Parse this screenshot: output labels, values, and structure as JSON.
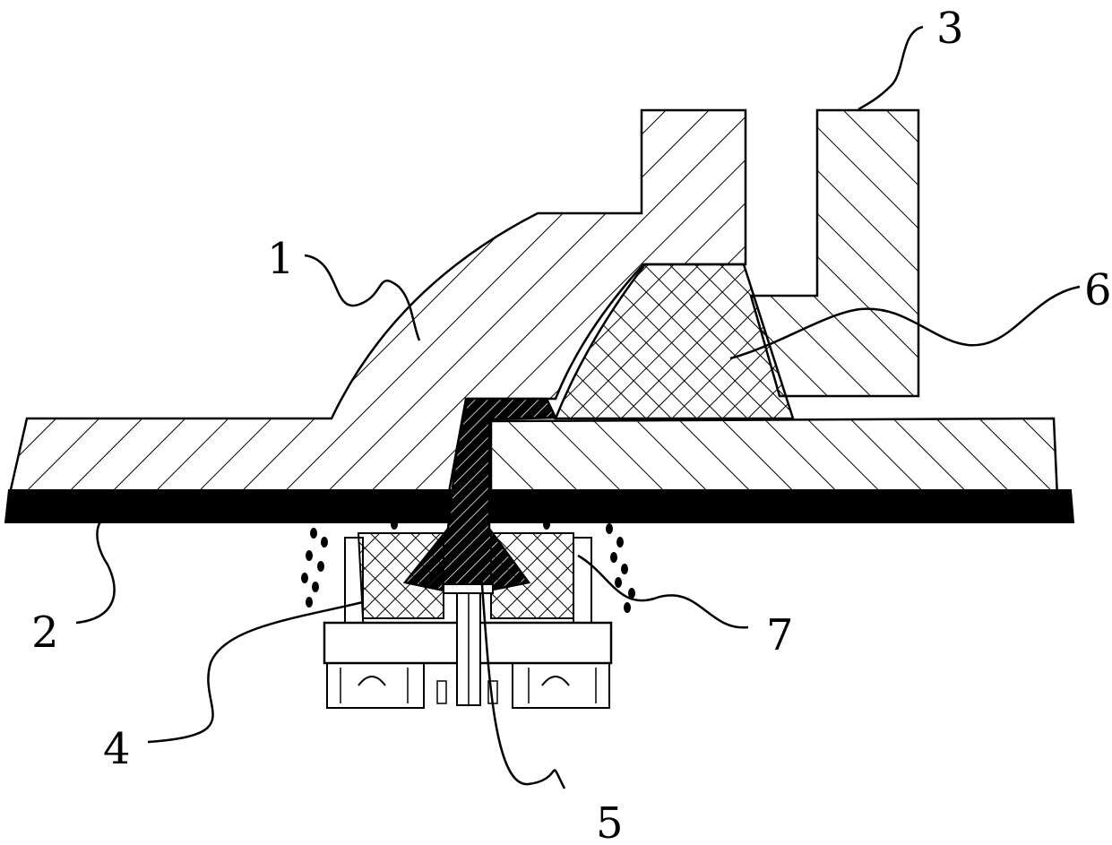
{
  "diagram": {
    "type": "cross-section",
    "parts": [
      {
        "id": "1",
        "label": "1",
        "hatch": "forward-diagonal"
      },
      {
        "id": "2",
        "label": "2",
        "hatch": "solid-black-layer"
      },
      {
        "id": "3",
        "label": "3",
        "hatch": "back-diagonal"
      },
      {
        "id": "4",
        "label": "4",
        "hatch": "cross-hatch"
      },
      {
        "id": "5",
        "label": "5",
        "hatch": "none"
      },
      {
        "id": "6",
        "label": "6",
        "hatch": "cross-hatch"
      },
      {
        "id": "7",
        "label": "7",
        "hatch": "dots"
      }
    ],
    "colors": {
      "line": "#000000",
      "background": "#ffffff"
    }
  }
}
